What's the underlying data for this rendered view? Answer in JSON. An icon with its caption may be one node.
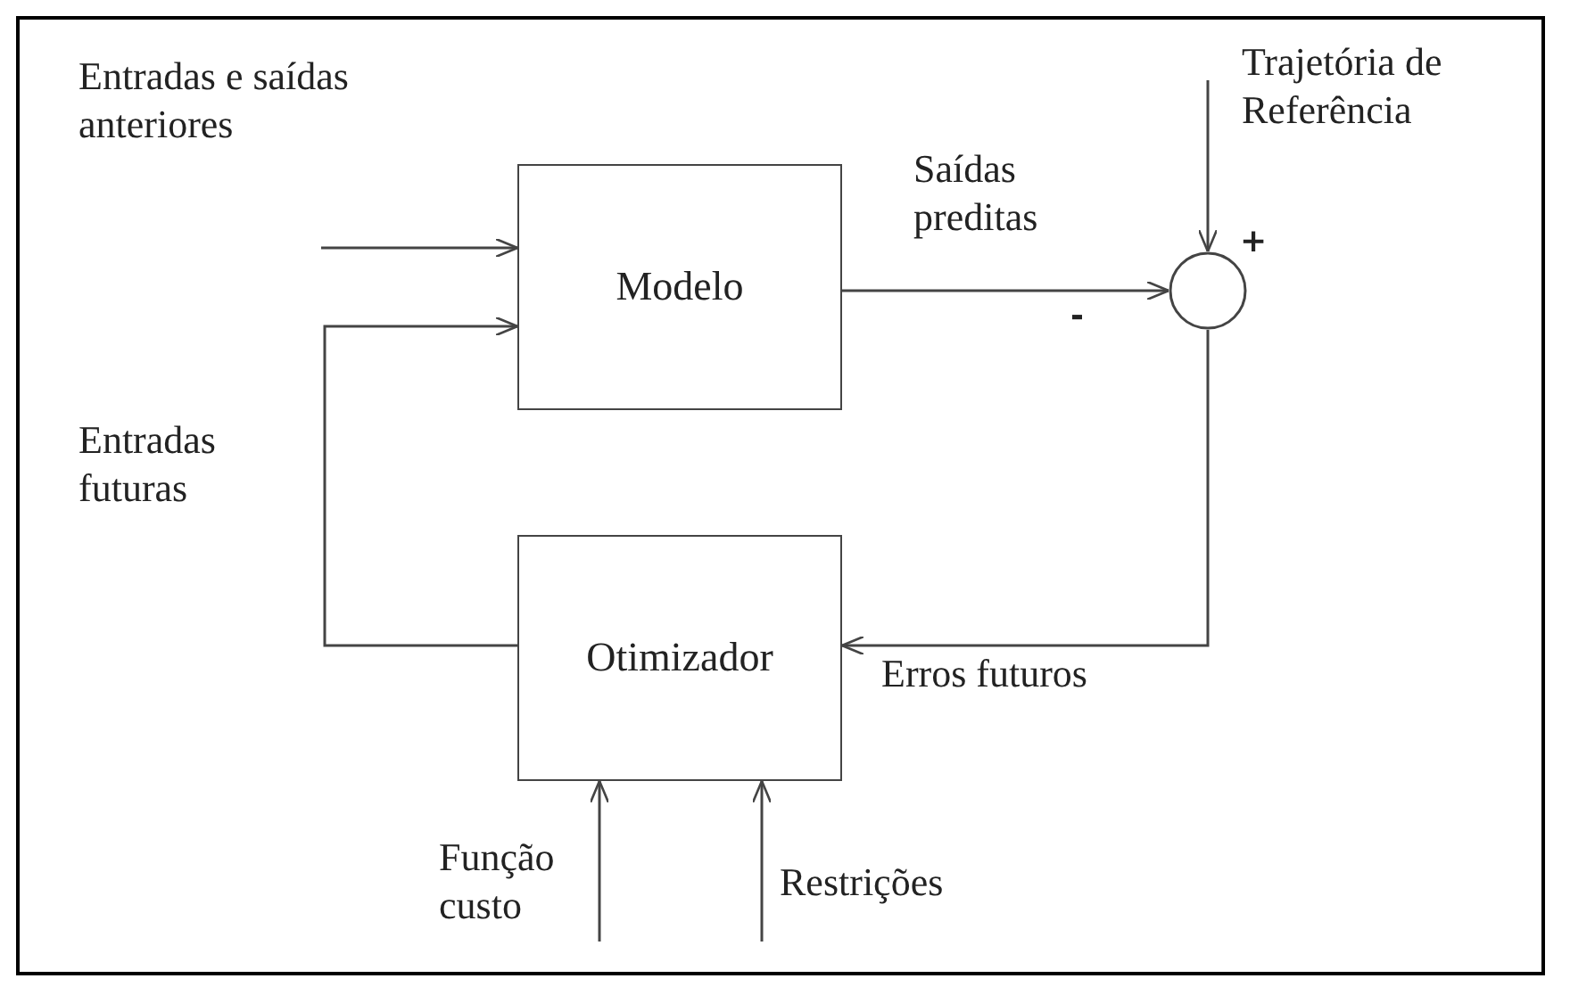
{
  "diagram": {
    "nodes": [
      {
        "text": [
          "Modelo"
        ]
      },
      {
        "text": [
          "Otimizador"
        ]
      },
      {
        "text": [],
        "shape": "circle"
      }
    ],
    "edges": [
      {
        "from": null,
        "to": 0,
        "arrow": "to"
      },
      {
        "from": 1,
        "to": 0,
        "arrow": "to"
      },
      {
        "from": 0,
        "to": 2,
        "arrow": "to"
      },
      {
        "from": null,
        "to": 2,
        "arrow": "to"
      },
      {
        "from": 2,
        "to": 1,
        "arrow": "to"
      },
      {
        "from": null,
        "to": 1,
        "arrow": "to"
      },
      {
        "from": null,
        "to": 1,
        "arrow": "to"
      }
    ],
    "labels": [
      "Entradas e saídas anteriores",
      "Saídas preditas",
      "Trajetória de Referência",
      "+",
      "-",
      "Entradas futuras",
      "Erros futuros",
      "Função custo",
      "Restrições"
    ]
  }
}
